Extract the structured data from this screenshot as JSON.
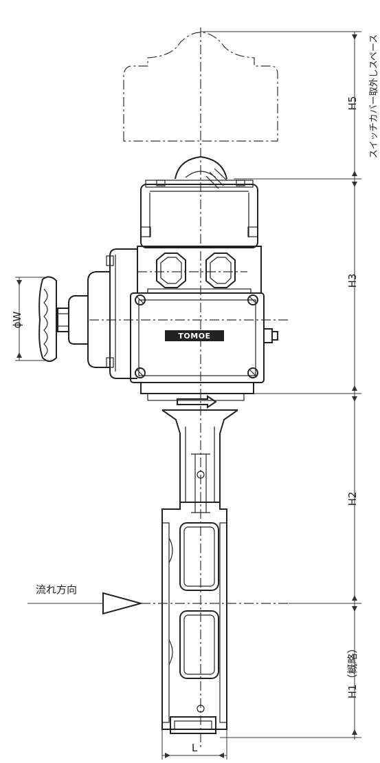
{
  "labels": {
    "switch_cover_space": "スイッチカバー取外しスペース",
    "h5": "H5",
    "h3": "H3",
    "h2": "H2",
    "h1": "H1（概略）",
    "diameter_w": "ϕW",
    "flow_direction": "流れ方向",
    "l": "L",
    "brand": "TOMOE"
  }
}
